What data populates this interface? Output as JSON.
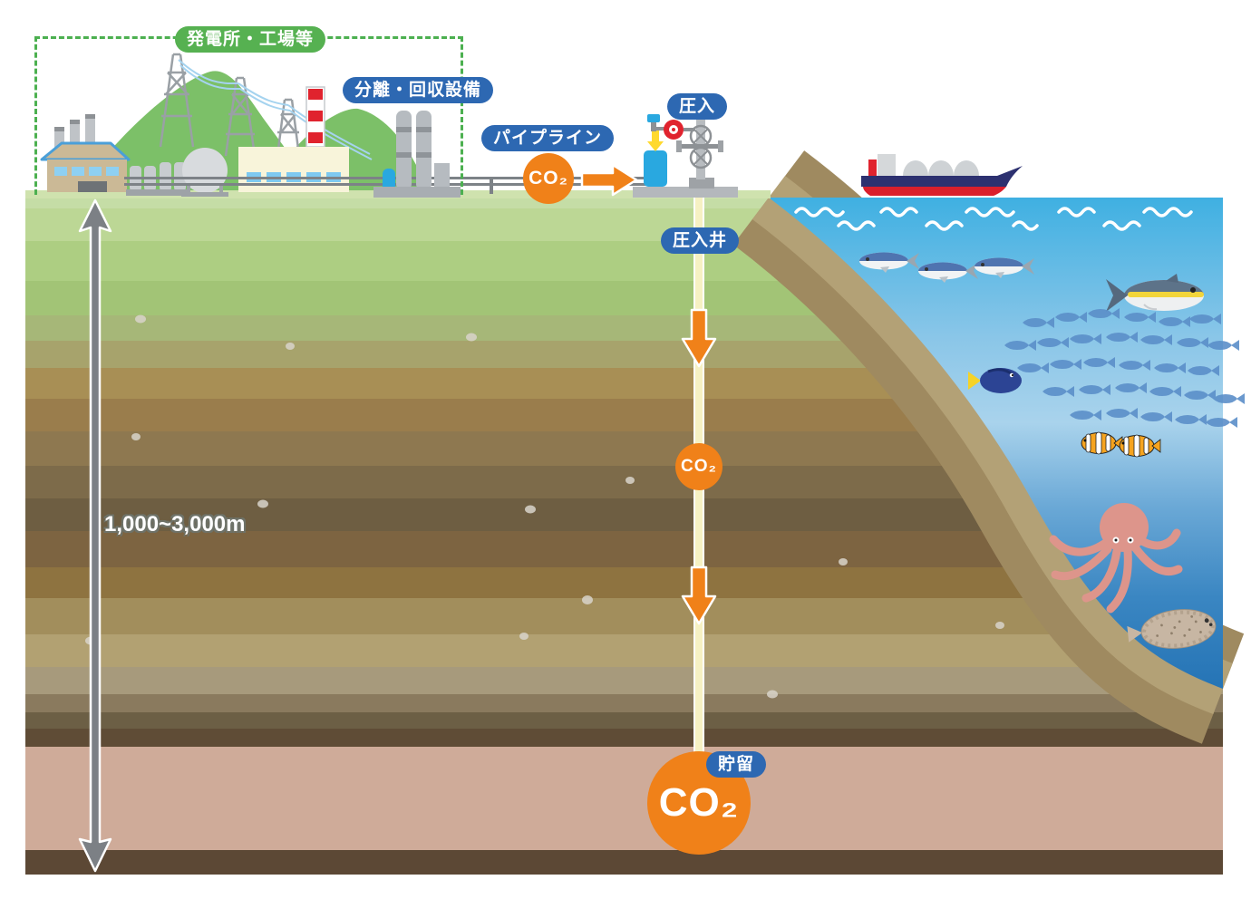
{
  "labels": {
    "power_plant_area": "発電所・工場等",
    "separation_recovery": "分離・回収設備",
    "pipeline": "パイプライン",
    "injection": "圧入",
    "injection_well": "圧入井",
    "storage": "貯留",
    "co2_pipeline": "CO₂",
    "co2_mid": "CO₂",
    "co2_storage": "CO₂",
    "depth_range": "1,000~3,000m"
  },
  "colors": {
    "accent_orange": "#f08119",
    "badge_blue": "#2d68b2",
    "badge_green": "#56b151",
    "dashed_border_green": "#4cb050",
    "sea_surface": "#3fb0e2",
    "sea_deep": "#2372b4",
    "well_pipe_yellow": "#f6f1c3",
    "storage_layer_pink": "#cfab99",
    "grass_green": "#c5dda6",
    "depth_arrow_gray": "#7c8085",
    "ship_hull_navy": "#2d3170",
    "ship_bottom_red": "#da1f2c"
  },
  "ground_layers": [
    {
      "color": "#c5dda6",
      "h": 12
    },
    {
      "color": "#bcd795",
      "h": 36
    },
    {
      "color": "#adce82",
      "h": 44
    },
    {
      "color": "#a2c476",
      "h": 38
    },
    {
      "color": "#a6b778",
      "h": 28
    },
    {
      "color": "#a7a36c",
      "h": 30
    },
    {
      "color": "#a88f55",
      "h": 34
    },
    {
      "color": "#9a7d4c",
      "h": 36
    },
    {
      "color": "#8e7850",
      "h": 38
    },
    {
      "color": "#7d6b4a",
      "h": 36
    },
    {
      "color": "#6e5e42",
      "h": 36
    },
    {
      "color": "#7d6441",
      "h": 40
    },
    {
      "color": "#8e7340",
      "h": 34
    },
    {
      "color": "#a28e5c",
      "h": 40
    },
    {
      "color": "#b2a172",
      "h": 36
    },
    {
      "color": "#a79a7c",
      "h": 30
    },
    {
      "color": "#8a7a5e",
      "h": 20
    },
    {
      "color": "#6c5f45",
      "h": 18
    },
    {
      "color": "#5f4c36",
      "h": 20
    },
    {
      "color": "#cfab99",
      "h": 114
    },
    {
      "color": "#5c4835",
      "h": 27
    }
  ],
  "scene": [
    "mountains",
    "transmission-towers",
    "power-lines",
    "power-plant-building",
    "striped-chimney",
    "storage-tanks",
    "sphere-tank",
    "factory-building",
    "separation-columns",
    "pipeline-pipes",
    "injection-pump",
    "wellhead-valve-tree",
    "lng-ship",
    "sea-waves",
    "sardines",
    "yellowtail-fish",
    "fish-school",
    "blue-tang-fish",
    "clownfish",
    "octopus",
    "flounder",
    "well-pipe",
    "down-arrows",
    "depth-double-arrow",
    "pebbles"
  ]
}
